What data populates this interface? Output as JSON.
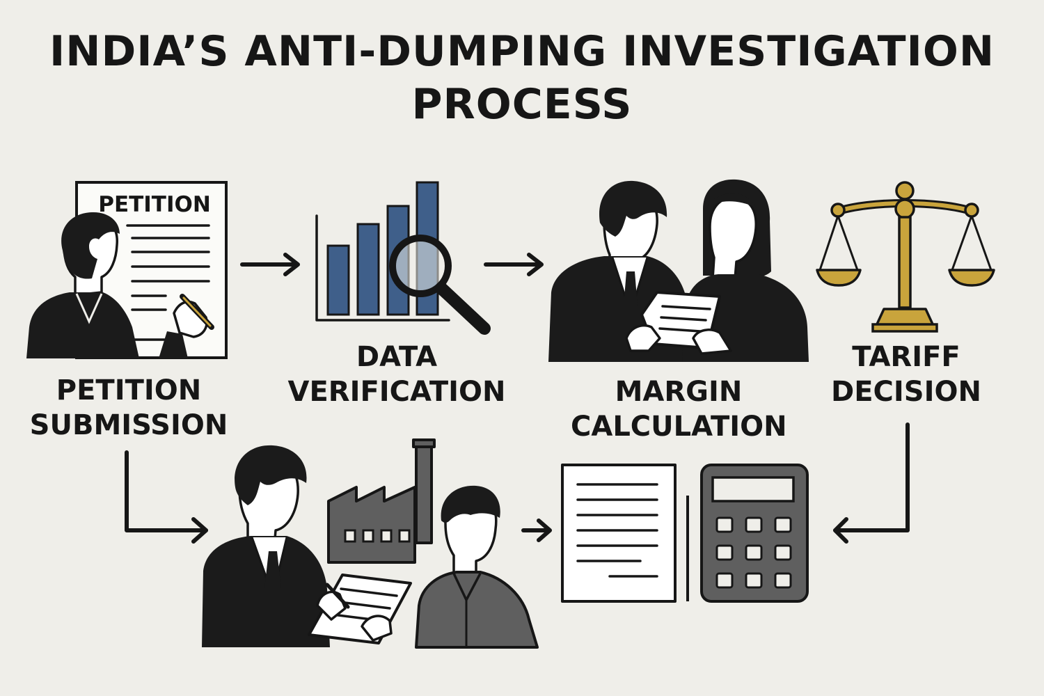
{
  "title": {
    "line1": "INDIA’S ANTI-DUMPING INVESTIGATION",
    "line2": "PROCESS"
  },
  "steps": {
    "petition": {
      "document_heading": "PETITION",
      "label_line1": "PETITION",
      "label_line2": "SUBMISSION",
      "icon": "petition-document-with-person-signing"
    },
    "data": {
      "label_line1": "DATA",
      "label_line2": "VERIFICATION",
      "icon": "bar-chart-with-magnifying-glass"
    },
    "margin": {
      "label_line1": "MARGIN",
      "label_line2": "CALCULATION",
      "icon": "two-officials-reviewing-document"
    },
    "tariff": {
      "label_line1": "TARIFF",
      "label_line2": "DECISION",
      "icon": "scales-of-justice"
    },
    "site_visit": {
      "icon": "official-interviewing-factory-worker"
    },
    "calculation": {
      "icon": "document-and-calculator"
    }
  },
  "colors": {
    "background": "#efeee9",
    "ink": "#161616",
    "chart_bars": "#3f5f8a",
    "scales_gold": "#c9a43c",
    "factory_gray": "#5f5f5f"
  }
}
